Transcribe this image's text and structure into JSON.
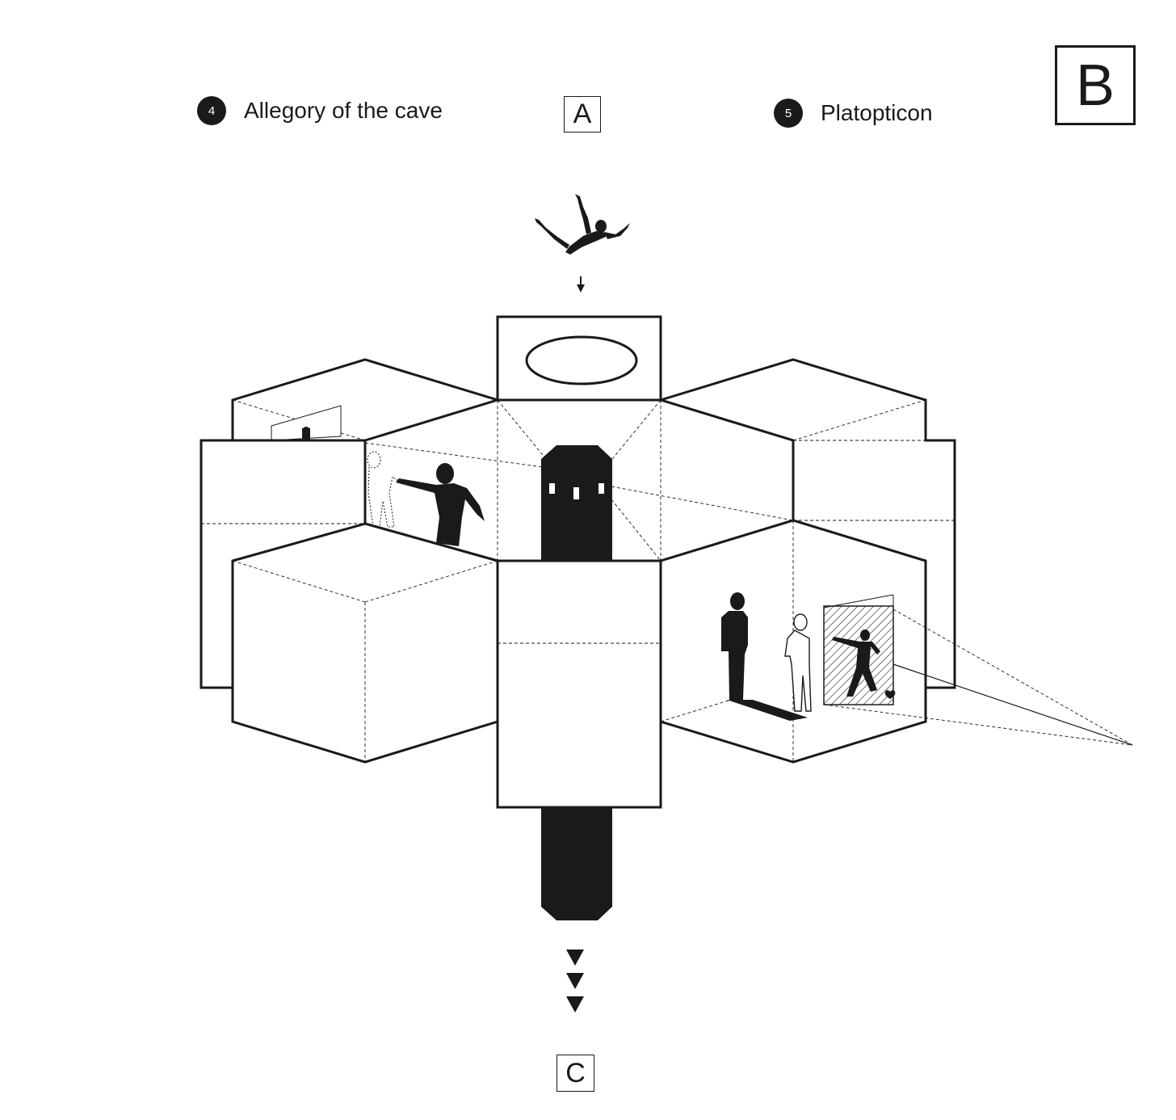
{
  "legend": [
    {
      "number": "4",
      "label": "Allegory of the cave"
    },
    {
      "number": "5",
      "label": "Platopticon"
    }
  ],
  "labels": {
    "a": "A",
    "b": "B",
    "c": "C"
  },
  "colors": {
    "ink": "#1a1a1a",
    "paper": "#ffffff"
  }
}
